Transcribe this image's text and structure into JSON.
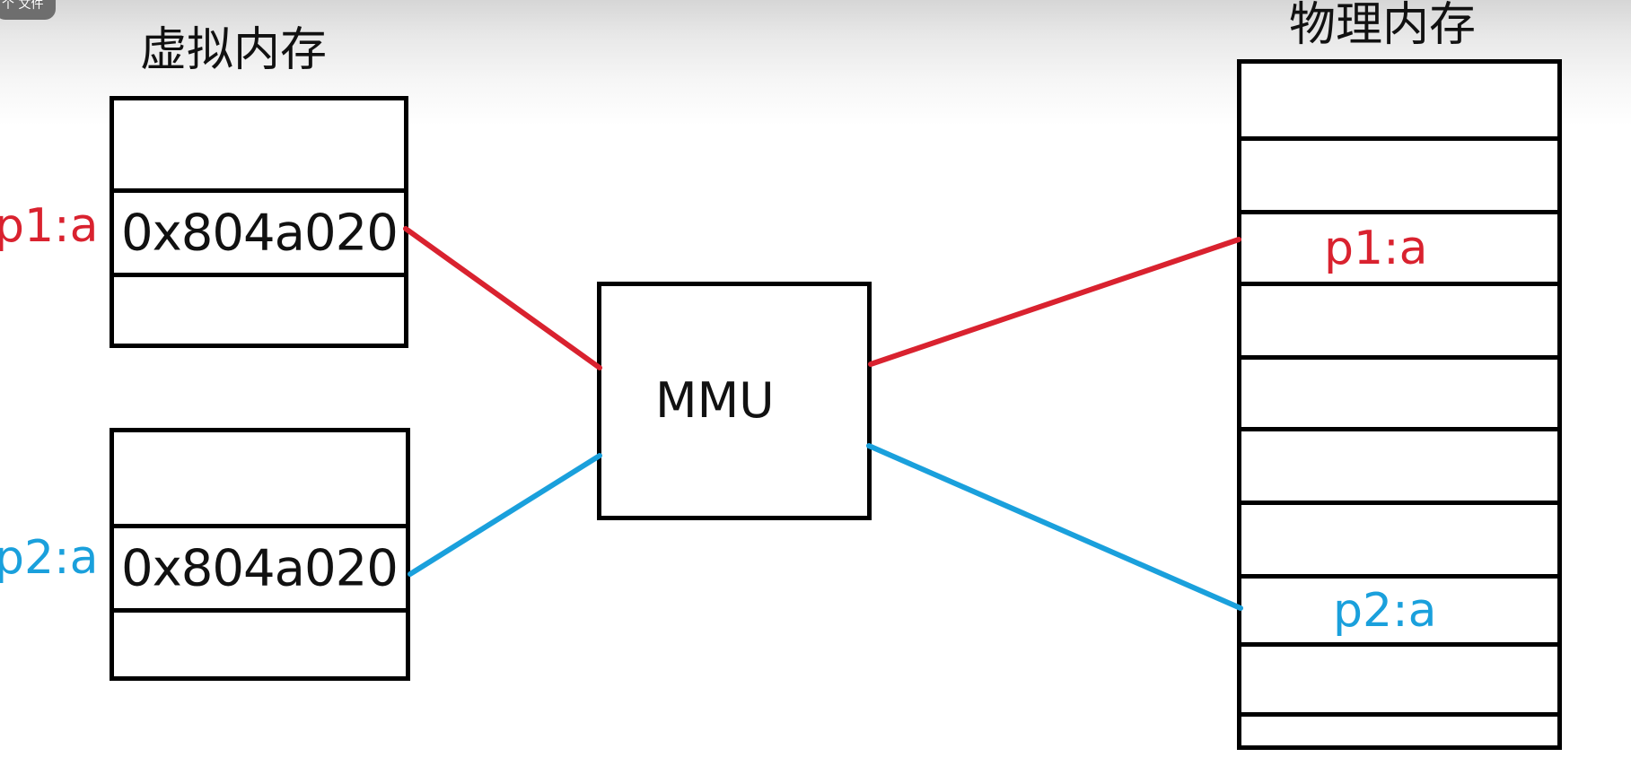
{
  "corner_badge": "个 文件",
  "virtual_memory": {
    "title": "虚拟内存",
    "p1": {
      "label": "p1:a",
      "address": "0x804a020"
    },
    "p2": {
      "label": "p2:a",
      "address": "0x804a020"
    }
  },
  "mmu": {
    "label": "MMU"
  },
  "physical_memory": {
    "title": "物理内存",
    "p1_label": "p1:a",
    "p2_label": "p2:a"
  },
  "colors": {
    "p1": "#d9222f",
    "p2": "#1aa0dc",
    "outline": "#000000"
  }
}
